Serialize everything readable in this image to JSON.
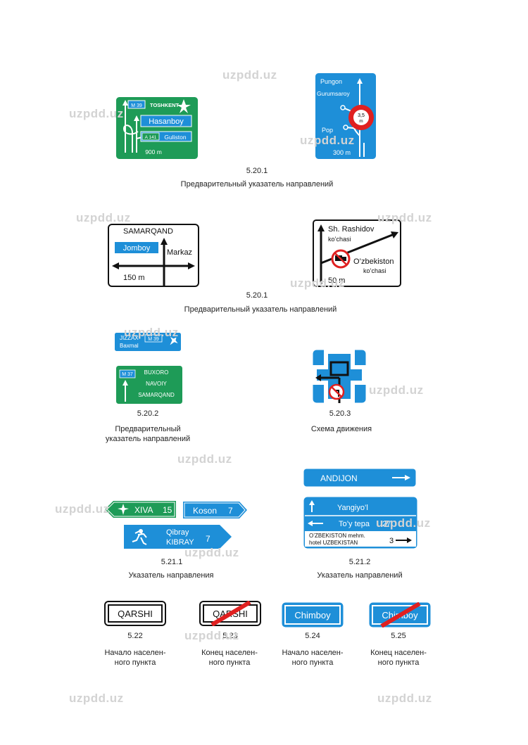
{
  "watermark": "uzpdd.uz",
  "colors": {
    "green": "#1e9b57",
    "blue": "#1e8fd8",
    "red": "#e02020",
    "black": "#111111"
  },
  "section_1": {
    "number": "5.20.1",
    "caption": "Предварительный указатель направлений",
    "sign_a": {
      "route_m": "M 39",
      "city_top": "TOSHKENT",
      "main": "Hasanboy",
      "route_a": "A 141",
      "side": "Guliston",
      "distance": "900 m"
    },
    "sign_b": {
      "top1": "Pungon",
      "top2": "Gurumsaroy",
      "left": "Pop",
      "limit_top": "3,5",
      "limit_bottom": "m",
      "distance": "300 m"
    }
  },
  "section_2": {
    "number": "5.20.1",
    "caption": "Предварительный указатель направлений",
    "sign_a": {
      "top": "SAMARQAND",
      "left": "Jomboy",
      "right": "Markaz",
      "distance": "150 m"
    },
    "sign_b": {
      "top1": "Sh. Rashidov",
      "top2": "ko’chasi",
      "right1": "O’zbekiston",
      "right2": "ko’chasi",
      "distance": "50 m"
    }
  },
  "section_3": {
    "sign_a_number": "5.20.2",
    "sign_a_caption": [
      "Предварительный",
      "указатель направлений"
    ],
    "sign_a_top": {
      "line1": "JIZZAX",
      "line2": "Baxmal",
      "route": "M 39"
    },
    "sign_a_bottom": {
      "route": "M 37",
      "line1": "BUXORO",
      "line2": "NAVOIY",
      "line3": "SAMARQAND"
    },
    "sign_b_number": "5.20.3",
    "sign_b_caption": "Схема движения"
  },
  "section_4": {
    "sign_a_number": "5.21.1",
    "sign_a_caption": "Указатель направления",
    "xiva": {
      "label": "XIVA",
      "km": "15"
    },
    "koson": {
      "label": "Koson",
      "km": "7"
    },
    "qibray": {
      "line1": "Qibray",
      "line2": "KIBRAY",
      "km": "7"
    },
    "sign_b_number": "5.21.2",
    "sign_b_caption": "Указатель направлений",
    "andijon": "ANDIJON",
    "multi": {
      "row1": "Yangiyo’l",
      "row2": "To’y tepa",
      "row2_km": "27",
      "row3a": "O’ZBEKISTON mehm.",
      "row3b": "hotel UZBEKISTAN",
      "row3_km": "3"
    }
  },
  "section_5": {
    "s522": {
      "name": "QARSHI",
      "number": "5.22",
      "caption": [
        "Начало населен-",
        "ного пункта"
      ]
    },
    "s523": {
      "name": "QARSHI",
      "number": "5.23",
      "caption": [
        "Конец населен-",
        "ного пункта"
      ]
    },
    "s524": {
      "name": "Chimboy",
      "number": "5.24",
      "caption": [
        "Начало населен-",
        "ного пункта"
      ]
    },
    "s525": {
      "name": "Chimboy",
      "number": "5.25",
      "caption": [
        "Конец населен-",
        "ного пункта"
      ]
    }
  }
}
